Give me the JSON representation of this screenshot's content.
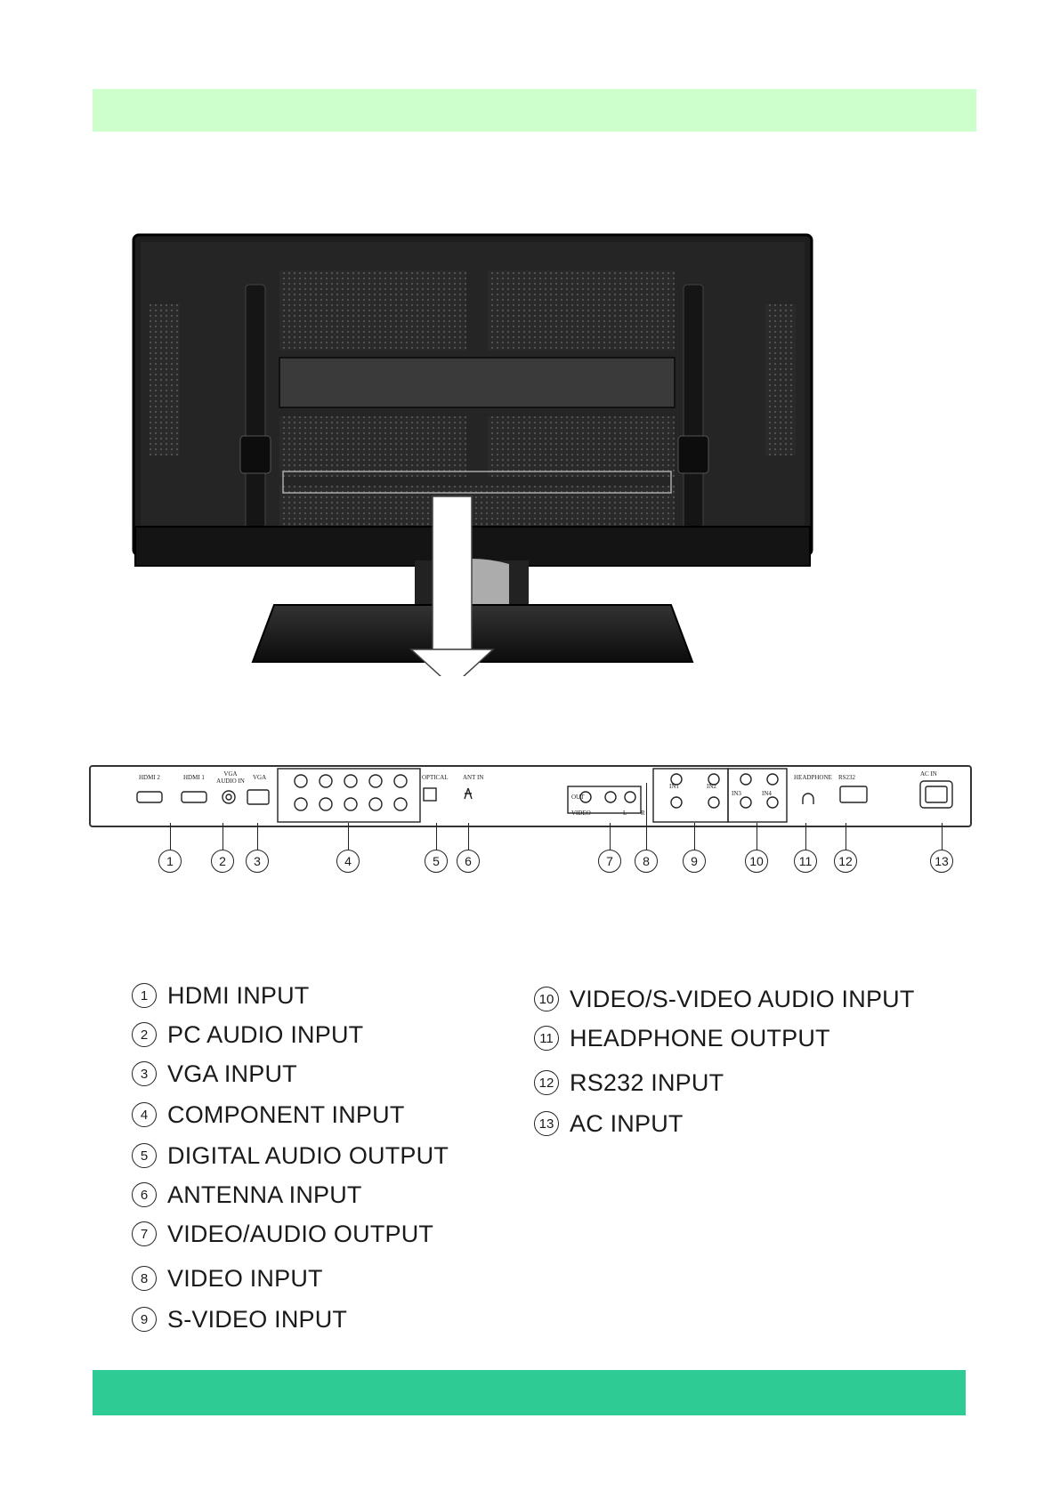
{
  "panel": {
    "labels": {
      "hdmi2": "HDMI 2",
      "hdmi1": "HDMI 1",
      "vga_audio": "VGA AUDIO IN",
      "vga": "VGA",
      "optical": "OPTICAL",
      "ant": "ANT IN",
      "out": "OUT",
      "video": "VIDEO",
      "l": "L",
      "r": "R",
      "in1": "IN1",
      "in2": "IN2",
      "in3": "IN3",
      "in4": "IN4",
      "headphone": "HEADPHONE",
      "rs232": "RS232",
      "acin": "AC IN"
    },
    "callouts": [
      "1",
      "2",
      "3",
      "4",
      "5",
      "6",
      "7",
      "8",
      "9",
      "10",
      "11",
      "12",
      "13"
    ]
  },
  "legend": {
    "left": [
      {
        "num": "1",
        "text": "HDMI INPUT"
      },
      {
        "num": "2",
        "text": "PC  AUDIO INPUT"
      },
      {
        "num": "3",
        "text": "VGA INPUT"
      },
      {
        "num": "4",
        "text": "COMPONENT INPUT"
      },
      {
        "num": "5",
        "text": "DIGITAL AUDIO OUTPUT"
      },
      {
        "num": "6",
        "text": "ANTENNA INPUT"
      },
      {
        "num": "7",
        "text": "VIDEO/AUDIO OUTPUT"
      },
      {
        "num": "8",
        "text": "VIDEO INPUT"
      },
      {
        "num": "9",
        "text": "S-VIDEO INPUT"
      }
    ],
    "right": [
      {
        "num": "10",
        "text": "VIDEO/S-VIDEO  AUDIO INPUT"
      },
      {
        "num": "11",
        "text": "HEADPHONE  OUTPUT"
      },
      {
        "num": "12",
        "text": "RS232 INPUT"
      },
      {
        "num": "13",
        "text": "AC INPUT"
      }
    ]
  }
}
